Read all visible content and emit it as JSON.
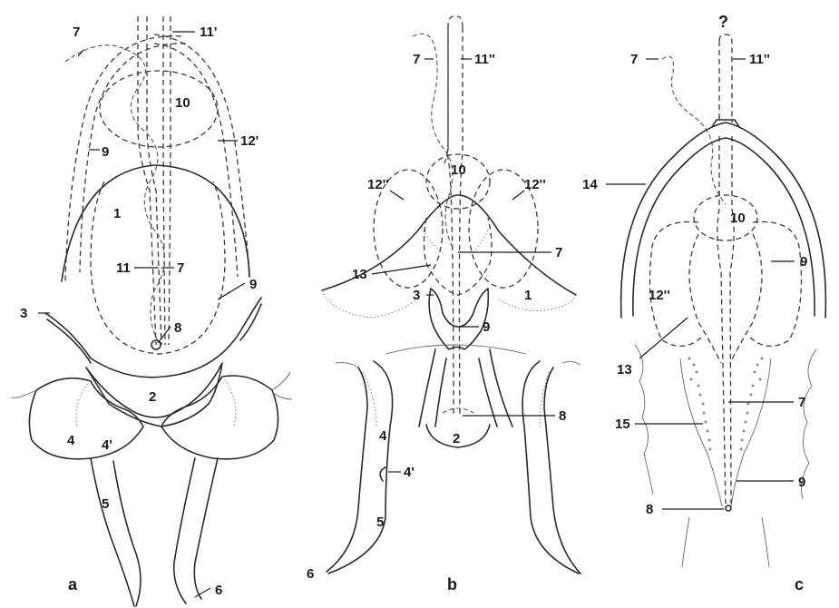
{
  "panels": [
    {
      "id": "a",
      "caption": "a"
    },
    {
      "id": "b",
      "caption": "b"
    },
    {
      "id": "c",
      "caption": "c"
    }
  ],
  "labels": {
    "a": {
      "l7t": "7",
      "l11p": "11'",
      "l10": "10",
      "l9t": "9",
      "l12p": "12'",
      "l1": "1",
      "l11": "11",
      "l7m": "7",
      "l9r": "9",
      "l3": "3",
      "l8": "8",
      "l2": "2",
      "l4": "4",
      "l4p": "4'",
      "l5": "5",
      "l6": "6"
    },
    "b": {
      "l7t": "7",
      "l11pp": "11''",
      "l10": "10",
      "l12l": "12''",
      "l12r": "12''",
      "l7m": "7",
      "l13": "13",
      "l3": "3",
      "l1": "1",
      "l9": "9",
      "l8": "8",
      "l2": "2",
      "l4": "4",
      "l4p": "4'",
      "l5": "5",
      "l6": "6"
    },
    "c": {
      "q": "?",
      "l7t": "7",
      "l11pp": "11''",
      "l14": "14",
      "l10": "10",
      "l9": "9",
      "l12": "12''",
      "l13": "13",
      "l7m": "7",
      "l15": "15",
      "l9b": "9",
      "l8": "8"
    }
  },
  "colors": {
    "ink": "#1a1a1a",
    "stipple": "#8a8a8a",
    "background": "#ffffff"
  }
}
